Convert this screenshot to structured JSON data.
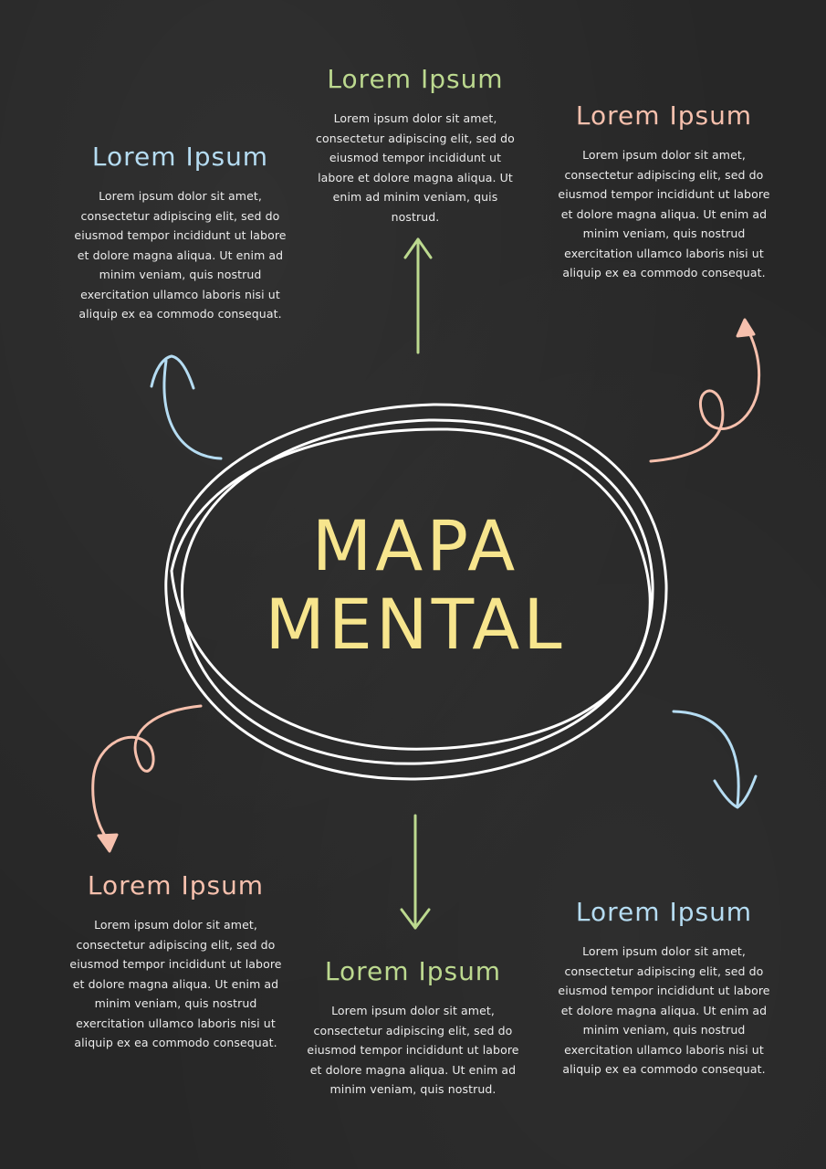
{
  "center": {
    "line1": "MAPA",
    "line2": "MENTAL"
  },
  "colors": {
    "background": "#272727",
    "title": "#f7e58d",
    "blue": "#b5dcf2",
    "green": "#bcd98f",
    "pink": "#f6c0ad",
    "ellipse": "#ffffff",
    "body_text": "#ececec"
  },
  "blocks": {
    "top_left": {
      "heading": "Lorem Ipsum",
      "body": "Lorem ipsum dolor sit amet, consectetur adipiscing elit, sed do eiusmod tempor incididunt ut labore et dolore magna aliqua. Ut enim ad minim veniam, quis nostrud exercitation ullamco laboris nisi ut aliquip ex ea commodo consequat."
    },
    "top_center": {
      "heading": "Lorem Ipsum",
      "body": "Lorem ipsum dolor sit amet, consectetur adipiscing elit, sed do eiusmod tempor incididunt ut labore et dolore magna aliqua. Ut enim ad minim veniam, quis nostrud."
    },
    "top_right": {
      "heading": "Lorem Ipsum",
      "body": "Lorem ipsum dolor sit amet, consectetur adipiscing elit, sed do eiusmod tempor incididunt ut labore et dolore magna aliqua. Ut enim ad minim veniam, quis nostrud exercitation ullamco laboris nisi ut aliquip ex ea commodo consequat."
    },
    "bottom_left": {
      "heading": "Lorem Ipsum",
      "body": "Lorem ipsum dolor sit amet, consectetur adipiscing elit, sed do eiusmod tempor incididunt ut labore et dolore magna aliqua. Ut enim ad minim veniam, quis nostrud exercitation ullamco laboris nisi ut aliquip ex ea commodo consequat."
    },
    "bottom_center": {
      "heading": "Lorem Ipsum",
      "body": "Lorem ipsum dolor sit amet, consectetur adipiscing elit, sed do eiusmod tempor incididunt ut labore et dolore magna aliqua. Ut enim ad minim veniam, quis nostrud."
    },
    "bottom_right": {
      "heading": "Lorem Ipsum",
      "body": "Lorem ipsum dolor sit amet, consectetur adipiscing elit, sed do eiusmod tempor incididunt ut labore et dolore magna aliqua. Ut enim ad minim veniam, quis nostrud exercitation ullamco laboris nisi ut aliquip ex ea commodo consequat."
    }
  }
}
